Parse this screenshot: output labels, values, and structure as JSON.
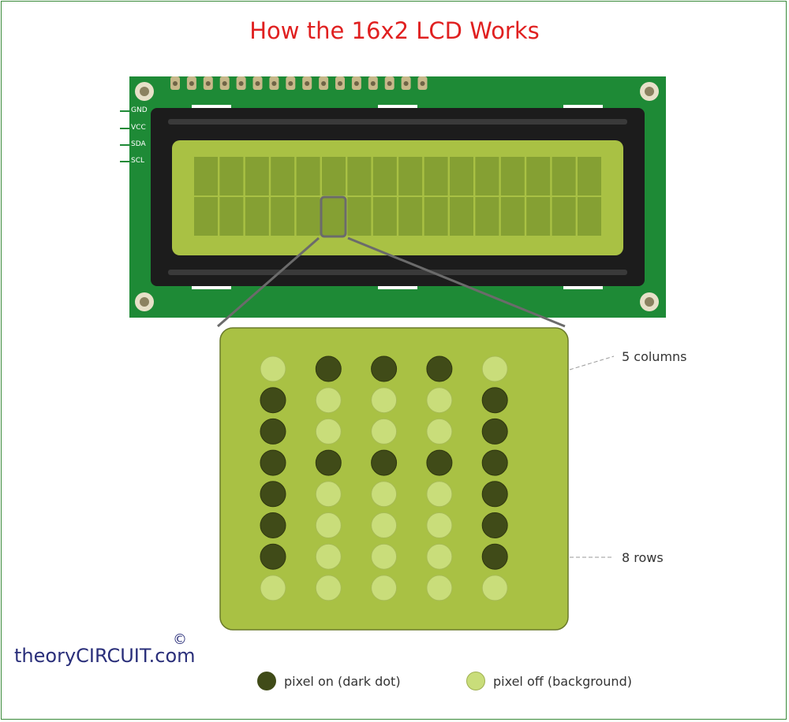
{
  "title": "How the 16x2 LCD Works",
  "pins": [
    "GND",
    "VCC",
    "SDA",
    "SCL"
  ],
  "callouts": {
    "columns": "5 columns",
    "rows": "8 rows"
  },
  "brand": {
    "prefix": "theory",
    "highlight": "CIRCUIT",
    "suffix": ".com",
    "copyright": "©"
  },
  "legend": {
    "on": "pixel on (dark dot)",
    "off": "pixel off (background)"
  },
  "colors": {
    "pcb": "#1e8a36",
    "lcd_screen": "#a9c144",
    "pixel_on": "#404b18",
    "pixel_off": "#c9dd7a",
    "title": "#e02020"
  },
  "display": {
    "cols": 16,
    "rows": 2
  },
  "matrix": [
    [
      0,
      1,
      1,
      1,
      0
    ],
    [
      1,
      0,
      0,
      0,
      1
    ],
    [
      1,
      0,
      0,
      0,
      1
    ],
    [
      1,
      1,
      1,
      1,
      1
    ],
    [
      1,
      0,
      0,
      0,
      1
    ],
    [
      1,
      0,
      0,
      0,
      1
    ],
    [
      1,
      0,
      0,
      0,
      1
    ],
    [
      0,
      0,
      0,
      0,
      0
    ]
  ]
}
